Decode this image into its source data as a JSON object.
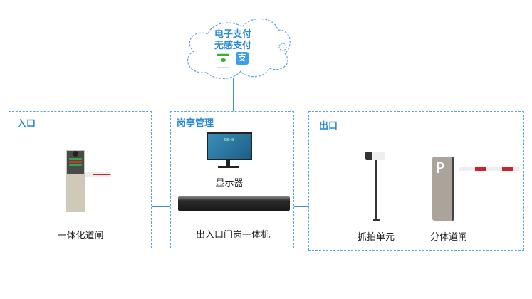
{
  "cloud": {
    "line1": "电子支付",
    "line2": "无感支付",
    "wechat_icon": "wechat-pay-icon",
    "alipay_icon": "alipay-icon",
    "alipay_glyph": "支"
  },
  "entrance": {
    "title": "入口",
    "device": "一体化道闸"
  },
  "booth": {
    "title": "岗亭管理",
    "monitor": "显示器",
    "monitor_time": "08:48",
    "server": "出入口门岗一体机"
  },
  "exit": {
    "title": "出口",
    "camera": "抓拍单元",
    "barrier": "分体道闸",
    "barrier_letter": "P"
  },
  "colors": {
    "accent": "#2a8bd0",
    "border": "#5aa5d8",
    "barrier_red": "#d0202a"
  }
}
